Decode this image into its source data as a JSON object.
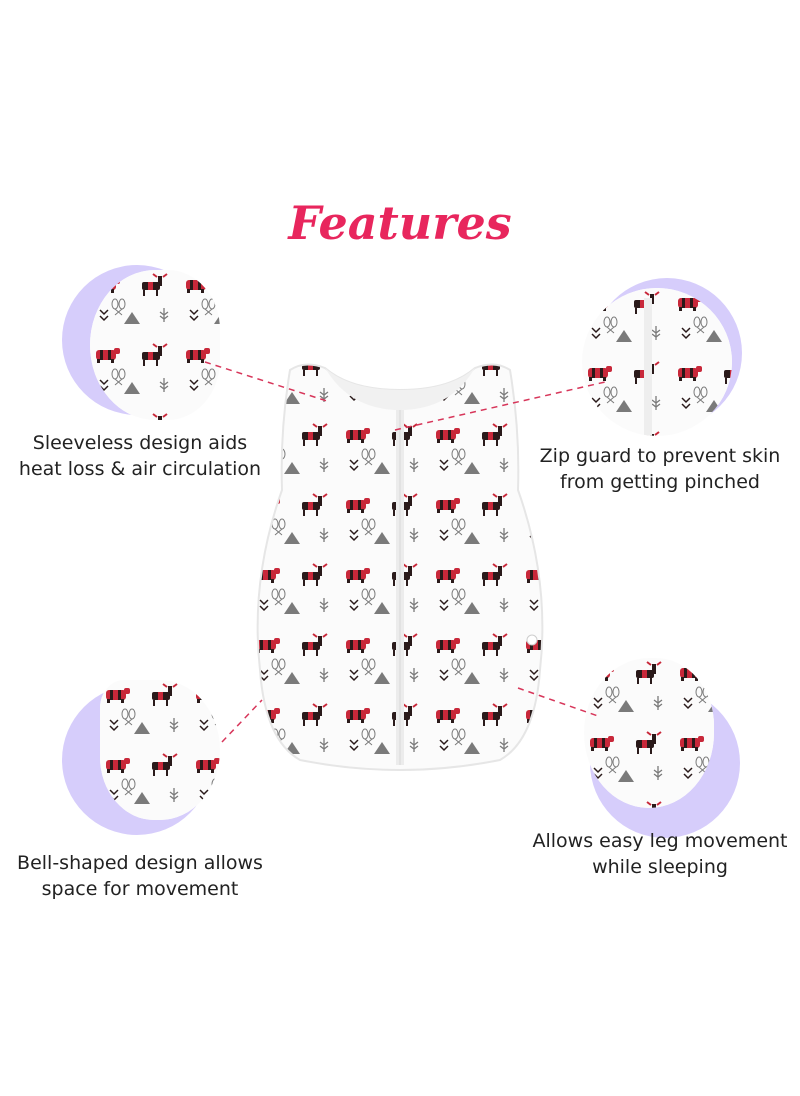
{
  "title": "Features",
  "features": [
    {
      "line1": "Sleeveless design aids",
      "line2": "heat loss & air circulation"
    },
    {
      "line1": "Zip guard to prevent skin",
      "line2": "from getting pinched"
    },
    {
      "line1": "Bell-shaped design allows",
      "line2": "space for movement"
    },
    {
      "line1": "Allows easy leg movement",
      "line2": "while sleeping"
    }
  ],
  "colors": {
    "title": "#e8265d",
    "accent_circle": "#d6cdfb",
    "leader_line": "#d7365a",
    "print_red": "#c8283a",
    "print_black": "#2a1a1a",
    "print_grey": "#7a7a7a"
  },
  "product_image": "baby-sleep-sack-buffalo-plaid-moose-bear-print"
}
